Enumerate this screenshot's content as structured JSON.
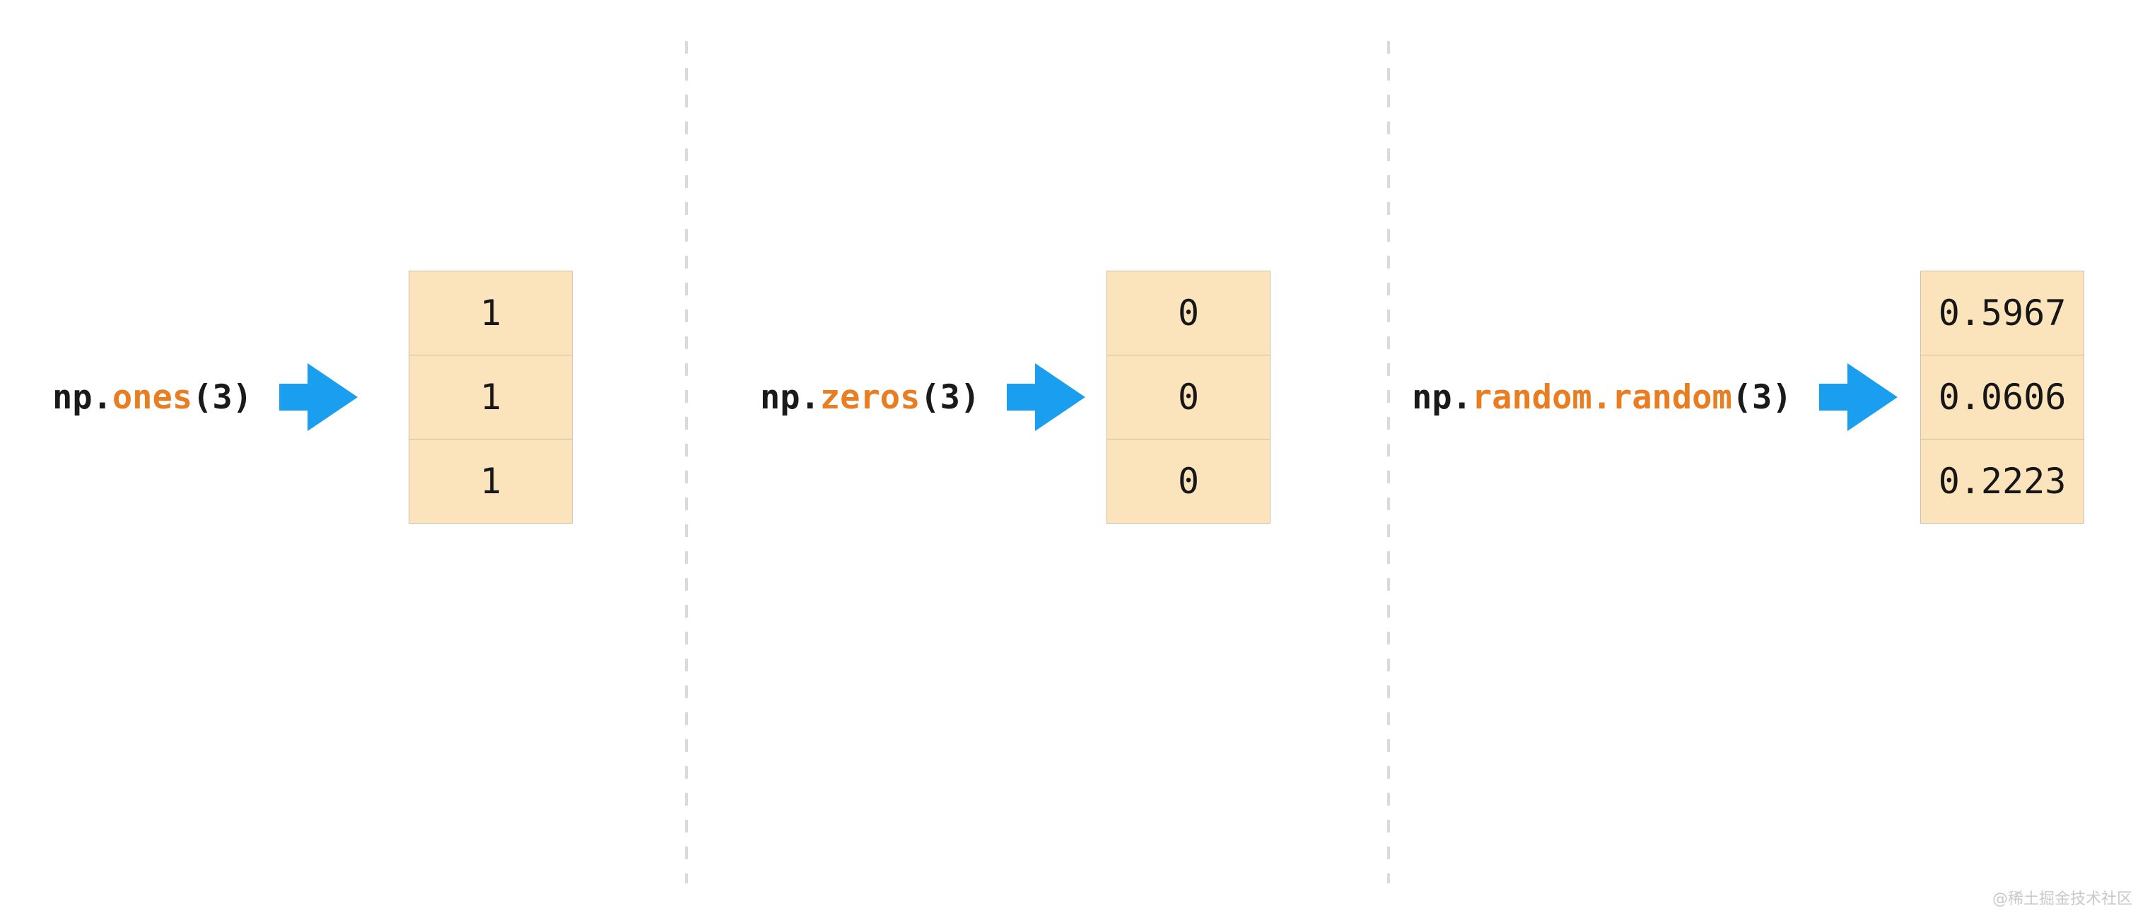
{
  "colors": {
    "arrow_blue": "#1a9ff0",
    "accent_orange": "#e87e21",
    "code_black": "#1a1a1a",
    "cell_bg": "#fbe4bb",
    "cell_border": "#cfc2a4",
    "divider_gray": "#dadada",
    "watermark_gray": "#c9c9c9"
  },
  "panels": [
    {
      "name": "ones",
      "code": {
        "prefix": "np.",
        "function": "ones",
        "suffix": "(3)"
      },
      "arrow_icon": "right-arrow",
      "cells": [
        "1",
        "1",
        "1"
      ]
    },
    {
      "name": "zeros",
      "code": {
        "prefix": "np.",
        "function": "zeros",
        "suffix": "(3)"
      },
      "arrow_icon": "right-arrow",
      "cells": [
        "0",
        "0",
        "0"
      ]
    },
    {
      "name": "random",
      "code": {
        "prefix": "np.",
        "function": "random.random",
        "suffix": "(3)"
      },
      "arrow_icon": "right-arrow",
      "cells": [
        "0.5967",
        "0.0606",
        "0.2223"
      ]
    }
  ],
  "watermark": "@稀土掘金技术社区"
}
